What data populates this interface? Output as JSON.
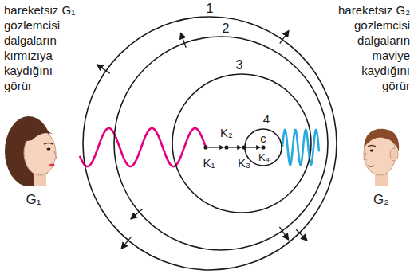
{
  "diagram": {
    "nodes": [
      {
        "text": [
          "1"
        ]
      },
      {
        "text": [
          "2"
        ],
        "in": 0
      },
      {
        "text": [
          "3"
        ],
        "in": 1
      },
      {
        "text": [
          "4",
          "c",
          "K₄"
        ],
        "in": 2
      }
    ],
    "labels": [
      "hareketsiz G₁ gözlemcisi dalgaların kırmızıya kaydığını görür",
      "hareketsiz G₂ gözlemcisi dalgaların maviye kaydığını görür",
      "K₁",
      "K₂",
      "K₃",
      "G₁",
      "G₂"
    ]
  }
}
